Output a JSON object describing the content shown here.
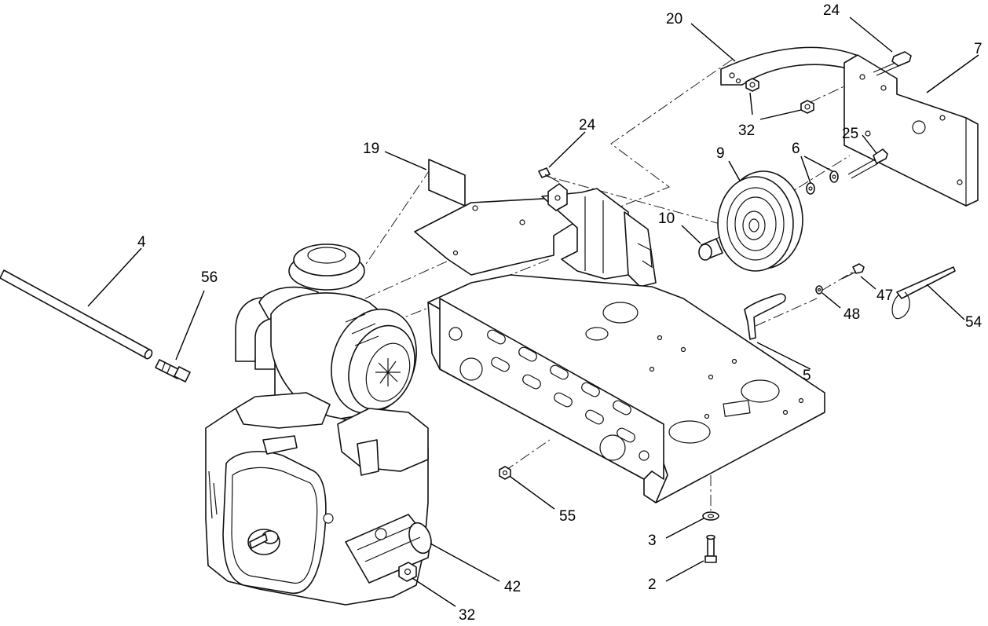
{
  "callouts": [
    {
      "id": "c2",
      "label": "2"
    },
    {
      "id": "c3",
      "label": "3"
    },
    {
      "id": "c4",
      "label": "4"
    },
    {
      "id": "c5",
      "label": "5"
    },
    {
      "id": "c6",
      "label": "6"
    },
    {
      "id": "c7",
      "label": "7"
    },
    {
      "id": "c9",
      "label": "9"
    },
    {
      "id": "c10",
      "label": "10"
    },
    {
      "id": "c19",
      "label": "19"
    },
    {
      "id": "c20",
      "label": "20"
    },
    {
      "id": "c24a",
      "label": "24"
    },
    {
      "id": "c24b",
      "label": "24"
    },
    {
      "id": "c25",
      "label": "25"
    },
    {
      "id": "c32a",
      "label": "32"
    },
    {
      "id": "c32b",
      "label": "32"
    },
    {
      "id": "c42",
      "label": "42"
    },
    {
      "id": "c47",
      "label": "47"
    },
    {
      "id": "c48",
      "label": "48"
    },
    {
      "id": "c54",
      "label": "54"
    },
    {
      "id": "c55",
      "label": "55"
    },
    {
      "id": "c56",
      "label": "56"
    }
  ]
}
